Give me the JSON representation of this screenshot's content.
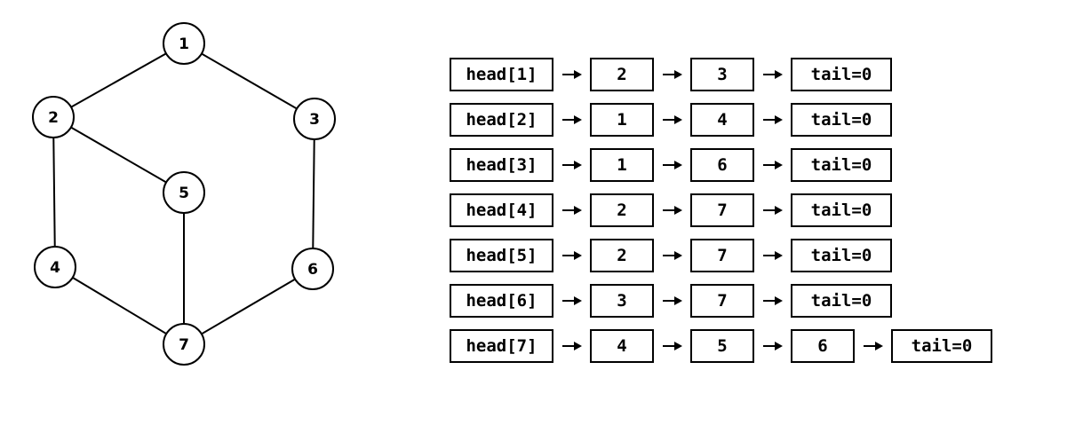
{
  "graph": {
    "nodes": [
      {
        "id": "1",
        "label": "1"
      },
      {
        "id": "2",
        "label": "2"
      },
      {
        "id": "3",
        "label": "3"
      },
      {
        "id": "4",
        "label": "4"
      },
      {
        "id": "5",
        "label": "5"
      },
      {
        "id": "6",
        "label": "6"
      },
      {
        "id": "7",
        "label": "7"
      }
    ],
    "edges": [
      [
        "1",
        "2"
      ],
      [
        "1",
        "3"
      ],
      [
        "2",
        "4"
      ],
      [
        "2",
        "5"
      ],
      [
        "3",
        "6"
      ],
      [
        "4",
        "7"
      ],
      [
        "5",
        "7"
      ],
      [
        "6",
        "7"
      ]
    ]
  },
  "adjacency_list": [
    {
      "head": "head[1]",
      "nodes": [
        "2",
        "3"
      ],
      "tail": "tail=0"
    },
    {
      "head": "head[2]",
      "nodes": [
        "1",
        "4"
      ],
      "tail": "tail=0"
    },
    {
      "head": "head[3]",
      "nodes": [
        "1",
        "6"
      ],
      "tail": "tail=0"
    },
    {
      "head": "head[4]",
      "nodes": [
        "2",
        "7"
      ],
      "tail": "tail=0"
    },
    {
      "head": "head[5]",
      "nodes": [
        "2",
        "7"
      ],
      "tail": "tail=0"
    },
    {
      "head": "head[6]",
      "nodes": [
        "3",
        "7"
      ],
      "tail": "tail=0"
    },
    {
      "head": "head[7]",
      "nodes": [
        "4",
        "5",
        "6"
      ],
      "tail": "tail=0"
    }
  ]
}
